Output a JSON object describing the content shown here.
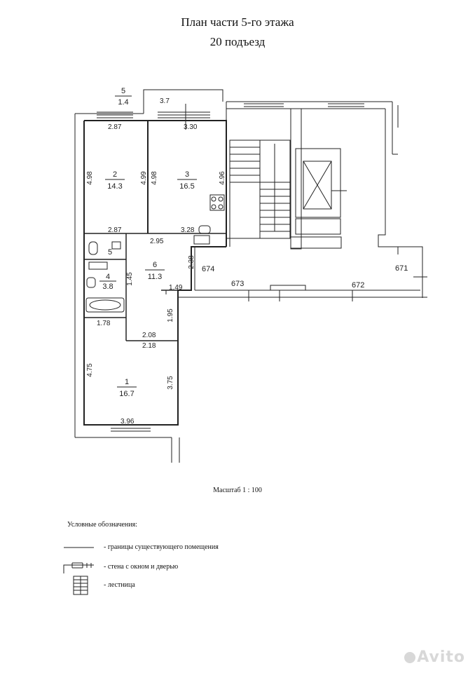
{
  "header": {
    "title": "План части 5-го этажа",
    "subtitle": "20 подъезд"
  },
  "rooms": [
    {
      "id": "1",
      "area": "16.7"
    },
    {
      "id": "2",
      "area": "14.3"
    },
    {
      "id": "3",
      "area": "16.5"
    },
    {
      "id": "4",
      "area": "3.8"
    },
    {
      "id": "5",
      "area": "1.4"
    },
    {
      "id": "6",
      "area": "11.3"
    }
  ],
  "room_5_label": "5",
  "dimensions": {
    "balcony_width": "3.7",
    "r2_top": "2.87",
    "r2_left": "4.98",
    "r2_right": "4.99",
    "r2_bottom": "2.87",
    "r3_top": "3.30",
    "r3_left": "4.98",
    "r3_right": "4.96",
    "r3_bottom": "3.28",
    "hall_top": "2.95",
    "hall_right": "2.38",
    "r4_right": "1.45",
    "hall_step": "1.49",
    "corridor": "1.95",
    "r1_top_left": "1.78",
    "r1_top_mid1": "2.08",
    "r1_top_mid2": "2.18",
    "r1_left": "4.75",
    "r1_right": "3.75",
    "r1_bottom": "3.96"
  },
  "neighbor_labels": {
    "a": "674",
    "b": "673",
    "c": "672",
    "d": "671"
  },
  "footer": {
    "scale": "Масштаб 1 : 100",
    "legend_title": "Условные обозначения:",
    "legend": [
      {
        "label": "- границы существующего помещения"
      },
      {
        "label": "- стена с окном и дверью"
      },
      {
        "label": "- лестница"
      }
    ]
  },
  "watermark": "Avito"
}
